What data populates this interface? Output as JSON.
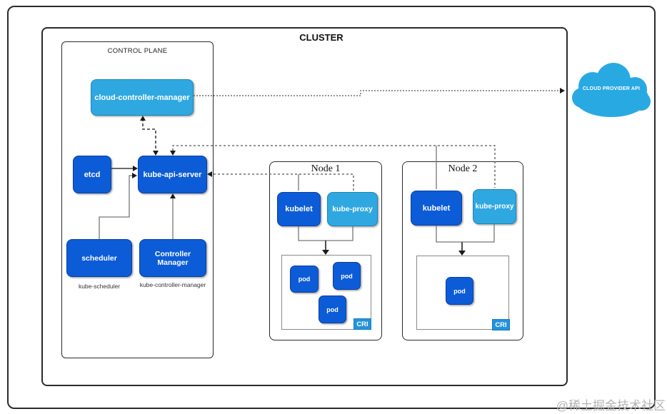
{
  "cluster": {
    "title": "CLUSTER"
  },
  "control_plane": {
    "title": "CONTROL PLANE",
    "cloud_controller_manager": "cloud-controller-manager",
    "etcd": "etcd",
    "kube_api_server": "kube-api-server",
    "scheduler": "scheduler",
    "controller_manager": "Controller Manager",
    "scheduler_caption": "kube-scheduler",
    "controller_manager_caption": "kube-controller-manager"
  },
  "nodes": [
    {
      "title": "Node 1",
      "kubelet": "kubelet",
      "kube_proxy": "kube-proxy",
      "pods": [
        "pod",
        "pod",
        "pod"
      ],
      "cri_label": "CRI"
    },
    {
      "title": "Node 2",
      "kubelet": "kubelet",
      "kube_proxy": "kube-proxy",
      "pods": [
        "pod"
      ],
      "cri_label": "CRI"
    }
  ],
  "cloud": {
    "label": "CLOUD PROVIDER API"
  },
  "watermark": "@稀土掘金技术社区",
  "colors": {
    "primary_blue": "#0d5cd7",
    "light_blue": "#2fa8e1",
    "cloud_blue": "#29a9e2",
    "cri_badge_blue": "#2492dc",
    "border_dark": "#2b2b2b",
    "wire_gray": "#777777",
    "wire_dark": "#3a3a3a",
    "watermark_gray": "#b5b5b5"
  }
}
